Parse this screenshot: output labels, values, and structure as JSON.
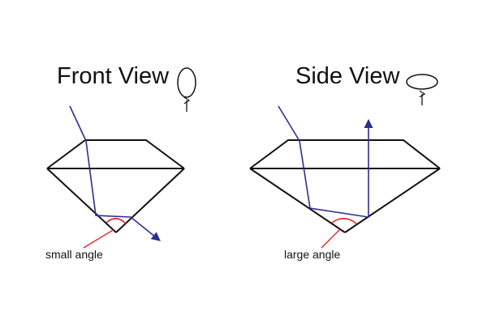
{
  "panels": {
    "front": {
      "title": "Front View",
      "angle_label": "small angle"
    },
    "side": {
      "title": "Side View",
      "angle_label": "large angle"
    }
  },
  "colors": {
    "outline": "#111111",
    "light_ray": "#2b2f8f",
    "angle_marker": "#e0262e",
    "background": "#ffffff"
  },
  "icons": {
    "front_view_eye": "vertical-ellipse-icon",
    "side_view_eye": "horizontal-ellipse-icon",
    "view_direction": "up-arrow-icon"
  }
}
